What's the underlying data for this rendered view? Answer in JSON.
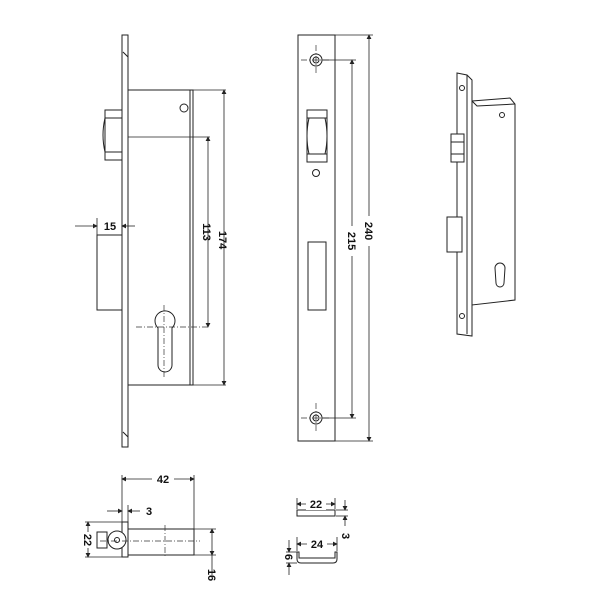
{
  "drawing": {
    "dimensions": {
      "backset_15": "15",
      "distance_113": "113",
      "case_height_174": "174",
      "screw_spacing_215": "215",
      "faceplate_length_240": "240",
      "bolt_length_42": "42",
      "plate_thickness_3": "3",
      "faceplate_width_22": "22",
      "case_width_16": "16",
      "strike_width_22": "22",
      "strike_thickness_3": "3",
      "channel_width_24": "24",
      "channel_depth_6": "6"
    }
  }
}
